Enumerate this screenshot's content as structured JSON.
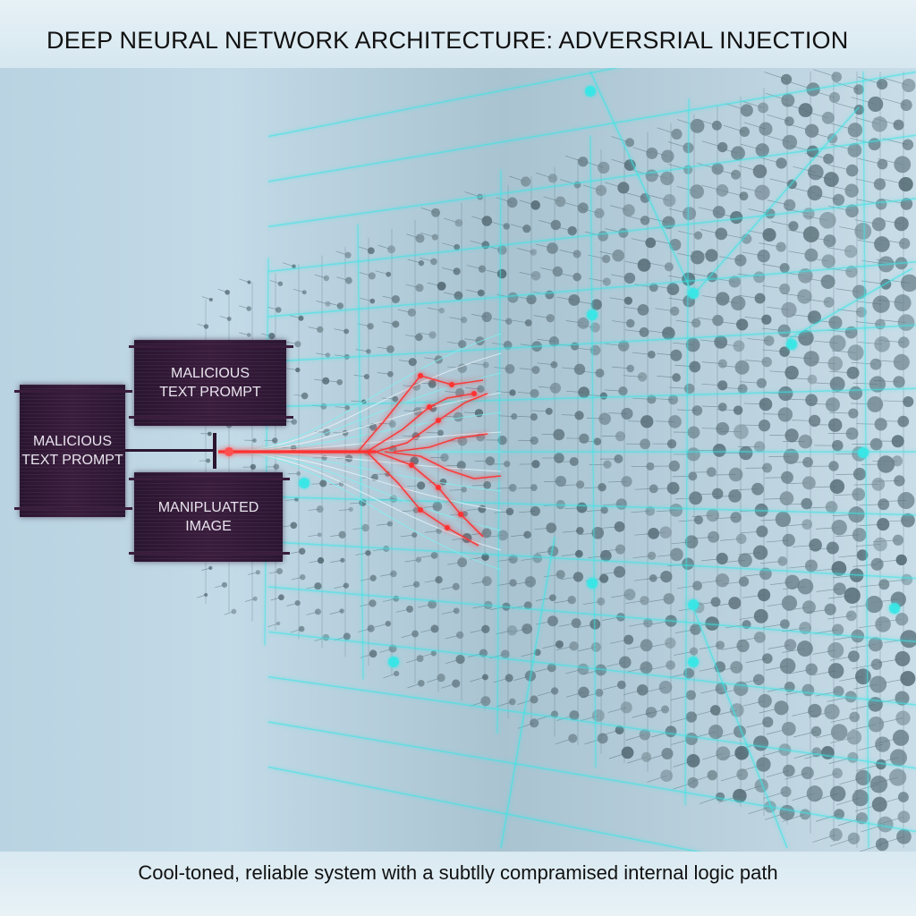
{
  "title": "DEEP NEURAL NETWORK ARCHITECTURE: ADVERSRIAL INJECTION",
  "caption": "Cool-toned, reliable system with a subtlly compramised internal logic path",
  "inputs": {
    "left": {
      "line1": "MALICIOUS",
      "line2": "TEXT PROMPT"
    },
    "top": {
      "line1": "MALICIOUS",
      "line2": "TEXT PROMPT"
    },
    "bottom": {
      "line1": "MANIPLUATED",
      "line2": "IMAGE"
    }
  },
  "colors": {
    "node": "#6f8591",
    "highlight": "#39e6e6",
    "injection": "#ff3030",
    "input_block": "#2e1833",
    "background": "#b9d3e2"
  }
}
